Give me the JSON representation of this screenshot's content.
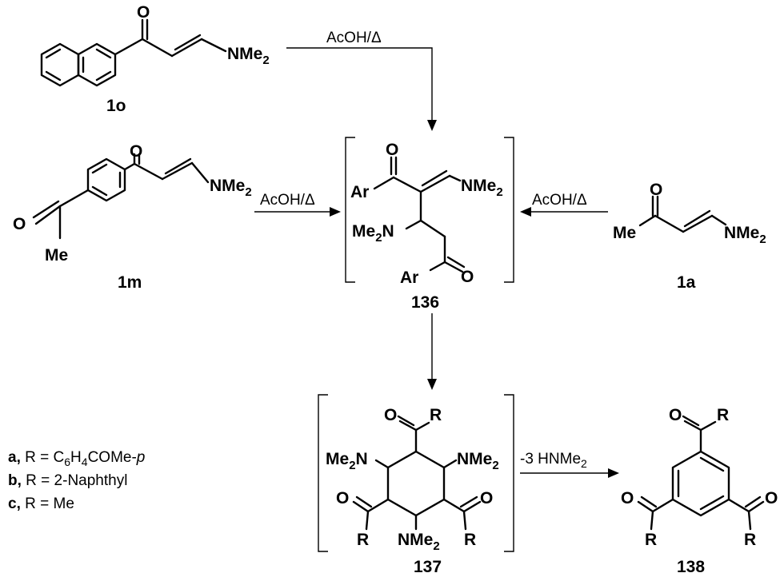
{
  "labels": {
    "o": "O",
    "nme2": "NMe",
    "me2n": "Me",
    "me2n_n": "N",
    "sub2": "2",
    "me": "Me",
    "ar": "Ar",
    "r": "R"
  },
  "compounds": {
    "c1o": "1o",
    "c1m": "1m",
    "c1a": "1a",
    "c136": "136",
    "c137": "137",
    "c138": "138"
  },
  "reagents": {
    "acoh": "AcOH/Δ",
    "elim": "-3 HNMe",
    "elim_sub": "2"
  },
  "legend": [
    {
      "key": "a,",
      "text_pre": " R = C",
      "s1": "6",
      "mid": "H",
      "s2": "4",
      "post": "COMe-",
      "ital": "p"
    },
    {
      "key": "b,",
      "text": " R = 2-Naphthyl"
    },
    {
      "key": "c,",
      "text": " R = Me"
    }
  ]
}
